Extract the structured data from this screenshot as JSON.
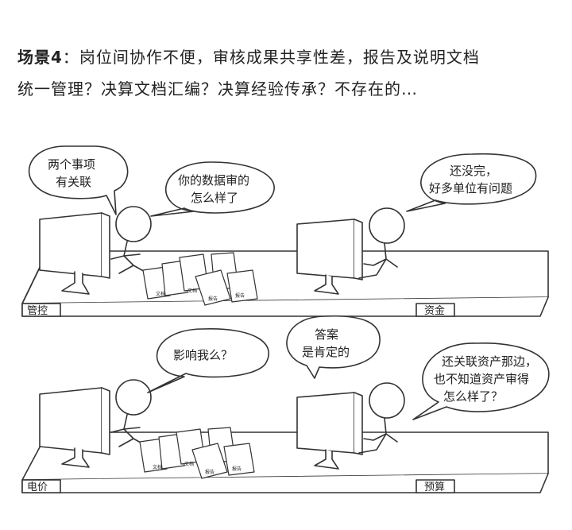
{
  "caption": {
    "lead": "场景4",
    "line1_rest": "：岗位间协作不便，审核成果共享性差，报告及说明文档",
    "line2": "统一管理？决算文档汇编？决算经验传承？不存在的…"
  },
  "panel1": {
    "bubble_left": [
      "两个事项",
      "有关联"
    ],
    "bubble_middle": [
      "你的数据审的",
      "怎么样了"
    ],
    "bubble_right": [
      "还没完，",
      "好多单位有问题"
    ],
    "desk_label_left": "管控",
    "desk_label_right": "资金",
    "paper_labels": [
      "文档",
      "文档",
      "报告",
      "报告"
    ]
  },
  "panel2": {
    "bubble_left": [
      "影响我么？"
    ],
    "bubble_middle": [
      "答案",
      "是肯定的"
    ],
    "bubble_right": [
      "还关联资产那边，",
      "也不知道资产审得",
      "怎么样了？"
    ],
    "desk_label_left": "电价",
    "desk_label_right": "预算",
    "paper_labels": [
      "文档",
      "文档",
      "报告",
      "报告"
    ]
  }
}
